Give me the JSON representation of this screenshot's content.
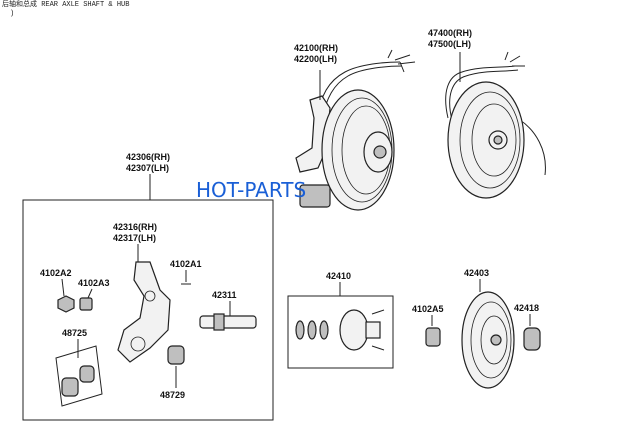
{
  "header": {
    "line1": "后轴和总成 REAR AXLE SHAFT & HUB",
    "line2": ")"
  },
  "watermark": "HOT-PARTS",
  "labels": {
    "p42100": "42100(RH)",
    "p42200": "42200(LH)",
    "p47400": "47400(RH)",
    "p47500": "47500(LH)",
    "p42306": "42306(RH)",
    "p42307": "42307(LH)",
    "p42316": "42316(RH)",
    "p42317": "42317(LH)",
    "p4102A1": "4102A1",
    "p4102A2": "4102A2",
    "p4102A3": "4102A3",
    "p42311": "42311",
    "p48725": "48725",
    "p48729": "48729",
    "p42410": "42410",
    "p4102A5": "4102A5",
    "p42403": "42403",
    "p42418": "42418"
  },
  "colors": {
    "watermark": "#1a5fd6",
    "line": "#222222"
  }
}
